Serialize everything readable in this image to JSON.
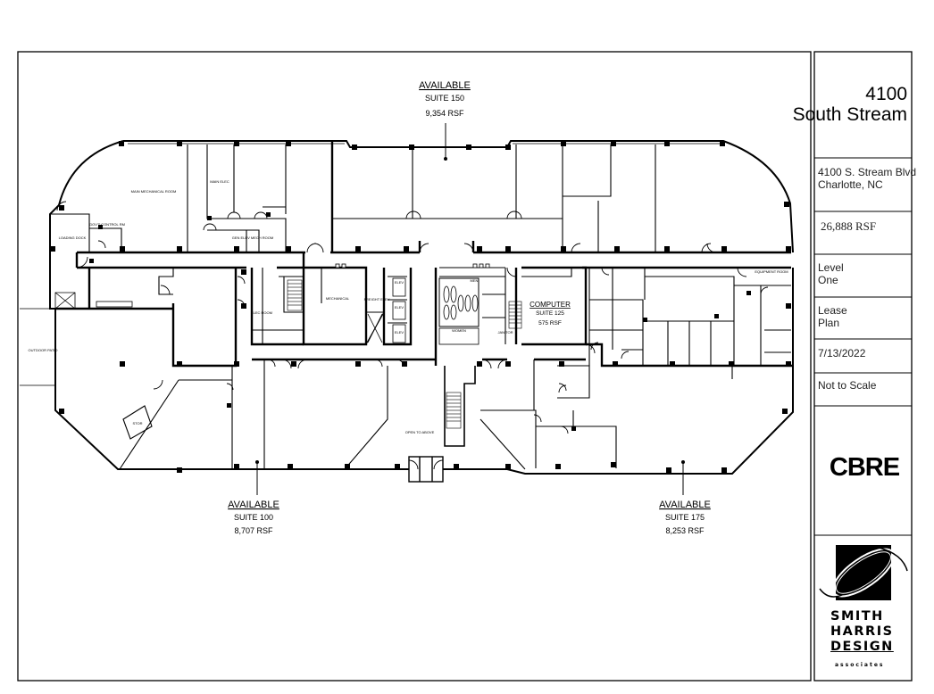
{
  "building": {
    "line1": "4100",
    "line2": "South Stream"
  },
  "address": {
    "line1": "4100 S. Stream Blvd",
    "line2": "Charlotte, NC"
  },
  "total_rsf": "26,888 RSF",
  "level": {
    "line1": "Level",
    "line2": "One"
  },
  "plan_type": {
    "line1": "Lease",
    "line2": "Plan"
  },
  "date": "7/13/2022",
  "scale_note": "Not to Scale",
  "brand": "CBRE",
  "designer_logo": {
    "line1": "SMITH",
    "line2": "HARRIS",
    "line3": "DESIGN",
    "line4": "associates"
  },
  "suites": {
    "s150": {
      "status": "AVAILABLE",
      "name": "SUITE 150",
      "rsf": "9,354 RSF"
    },
    "s100": {
      "status": "AVAILABLE",
      "name": "SUITE 100",
      "rsf": "8,707 RSF"
    },
    "s175": {
      "status": "AVAILABLE",
      "name": "SUITE 175",
      "rsf": "8,253 RSF"
    },
    "s125": {
      "status": "COMPUTER",
      "name": "SUITE 125",
      "rsf": "575 RSF"
    }
  },
  "rooms": {
    "main_mech": "MAIN MECHANICAL ROOM",
    "main_elec": "MAIN ELEC",
    "loading_dock": "LOADING DOCK",
    "gov_control": "GOV'T CONTROL RM",
    "gen_elec": "GEN ELEV MECH ROOM",
    "outdoor_patio": "OUTDOOR PATIO",
    "elec_room": "ELEC ROOM",
    "mechanical": "MECHANICAL",
    "freight_elev": "FREIGHT ELEV",
    "elev": "ELEV",
    "men": "MEN",
    "women": "WOMEN",
    "janitor": "JANITOR",
    "equipment_room": "EQUIPMENT ROOM",
    "open_to_above": "OPEN TO ABOVE",
    "stor": "STOR"
  }
}
